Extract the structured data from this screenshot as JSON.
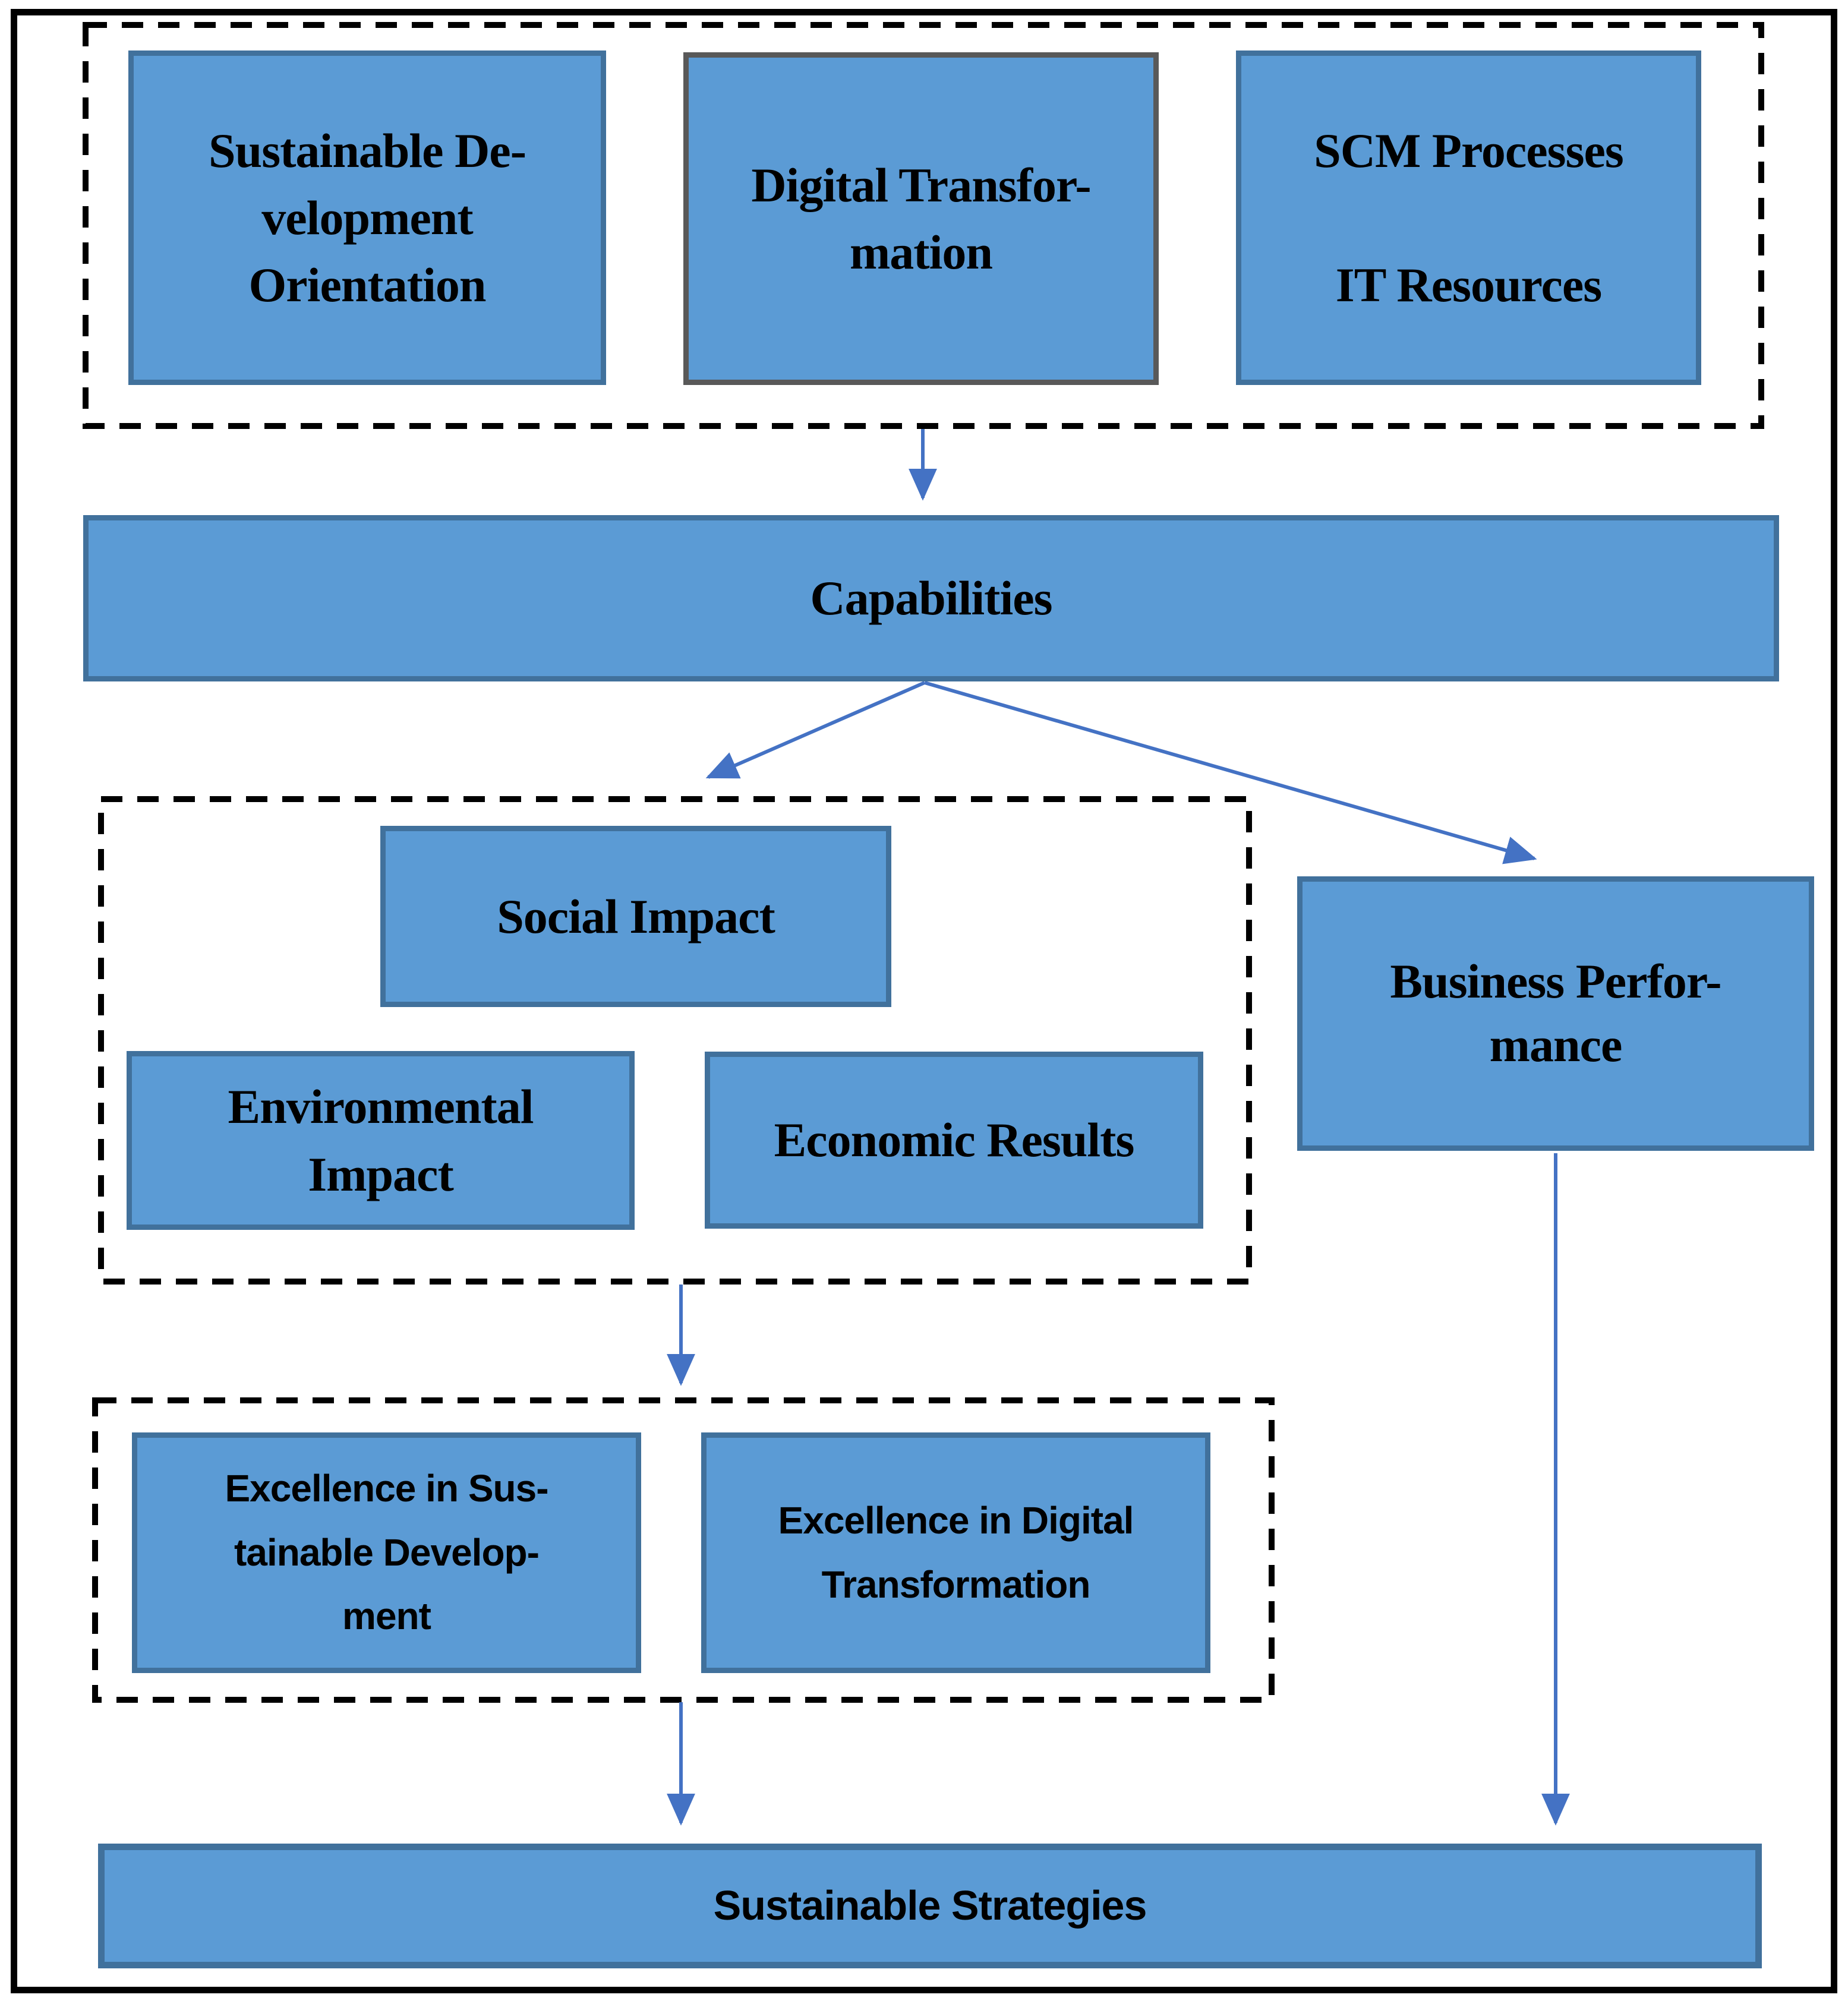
{
  "colors": {
    "box_fill": "#5B9BD5",
    "box_border": "#41719C",
    "alt_border": "#595959",
    "arrow": "#4472C4",
    "group_border": "#000000",
    "outer_border": "#000000",
    "text": "#000000"
  },
  "nodes": {
    "sustainable_development_orientation": {
      "label": "Sustainable De-\nvelopment\nOrientation"
    },
    "digital_transformation": {
      "label": "Digital Transfor-\nmation"
    },
    "scm_processes_it_resources": {
      "label": "SCM Processes\n\nIT Resources"
    },
    "capabilities": {
      "label": "Capabilities"
    },
    "social_impact": {
      "label": "Social Impact"
    },
    "environmental_impact": {
      "label": "Environmental\nImpact"
    },
    "economic_results": {
      "label": "Economic Results"
    },
    "business_performance": {
      "label": "Business Perfor-\nmance"
    },
    "excellence_sustainable_development": {
      "label": "Excellence in Sus-\ntainable Develop-\nment"
    },
    "excellence_digital_transformation": {
      "label": "Excellence in Digital\nTransformation"
    },
    "sustainable_strategies": {
      "label": "Sustainable Strategies"
    }
  }
}
